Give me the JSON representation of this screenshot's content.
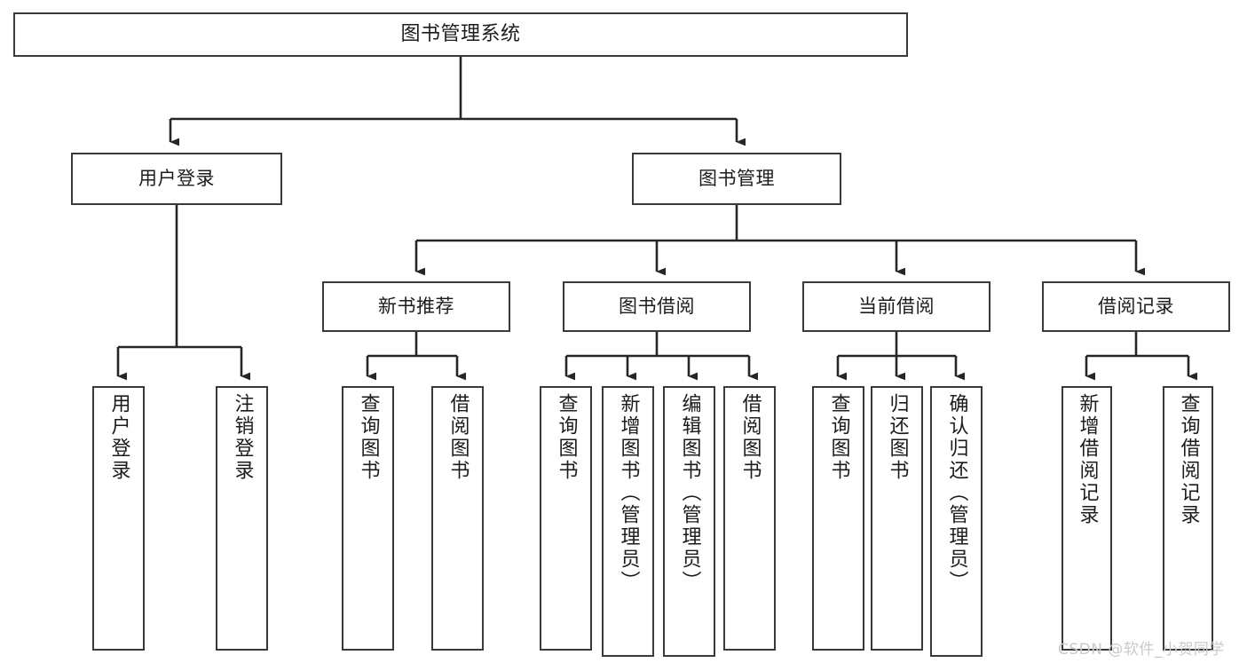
{
  "diagram": {
    "title": "图书管理系统",
    "type": "hierarchy-tree",
    "watermark": "CSDN @软件_小贺同学",
    "colors": {
      "box_border": "#3a3a3a",
      "box_fill": "#ffffff",
      "connector": "#262626",
      "text": "#1c1c1c",
      "watermark": "#c9c9c9"
    },
    "levels": {
      "root": [
        "图书管理系统"
      ],
      "level1": [
        "用户登录",
        "图书管理"
      ],
      "level2": [
        "新书推荐",
        "图书借阅",
        "当前借阅",
        "借阅记录"
      ],
      "leaves": [
        "用户登录",
        "注销登录",
        "查询图书",
        "借阅图书",
        "查询图书",
        "新增图书（管理员）",
        "编辑图书（管理员）",
        "借阅图书",
        "查询图书",
        "归还图书",
        "确认归还（管理员）",
        "新增借阅记录",
        "查询借阅记录"
      ]
    },
    "nodes": {
      "root": {
        "label": "图书管理系统"
      },
      "user_login": {
        "label": "用户登录"
      },
      "book_manage": {
        "label": "图书管理"
      },
      "new_book_rec": {
        "label": "新书推荐"
      },
      "book_borrow": {
        "label": "图书借阅"
      },
      "current_borrow": {
        "label": "当前借阅"
      },
      "borrow_record": {
        "label": "借阅记录"
      },
      "leaf_user_login": {
        "label": "用户登录"
      },
      "leaf_logout": {
        "label": "注销登录"
      },
      "leaf_query_book_1": {
        "label": "查询图书"
      },
      "leaf_borrow_book_1": {
        "label": "借阅图书"
      },
      "leaf_query_book_2": {
        "label": "查询图书"
      },
      "leaf_add_book": {
        "label": "新增图书（管理员）"
      },
      "leaf_edit_book": {
        "label": "编辑图书（管理员）"
      },
      "leaf_borrow_book_2": {
        "label": "借阅图书"
      },
      "leaf_query_book_3": {
        "label": "查询图书"
      },
      "leaf_return_book": {
        "label": "归还图书"
      },
      "leaf_confirm_return": {
        "label": "确认归还（管理员）"
      },
      "leaf_add_record": {
        "label": "新增借阅记录"
      },
      "leaf_query_record": {
        "label": "查询借阅记录"
      }
    },
    "edges": [
      {
        "from": "root",
        "to": "user_login"
      },
      {
        "from": "root",
        "to": "book_manage"
      },
      {
        "from": "user_login",
        "to": "leaf_user_login"
      },
      {
        "from": "user_login",
        "to": "leaf_logout"
      },
      {
        "from": "book_manage",
        "to": "new_book_rec"
      },
      {
        "from": "book_manage",
        "to": "book_borrow"
      },
      {
        "from": "book_manage",
        "to": "current_borrow"
      },
      {
        "from": "book_manage",
        "to": "borrow_record"
      },
      {
        "from": "new_book_rec",
        "to": "leaf_query_book_1"
      },
      {
        "from": "new_book_rec",
        "to": "leaf_borrow_book_1"
      },
      {
        "from": "book_borrow",
        "to": "leaf_query_book_2"
      },
      {
        "from": "book_borrow",
        "to": "leaf_add_book"
      },
      {
        "from": "book_borrow",
        "to": "leaf_edit_book"
      },
      {
        "from": "book_borrow",
        "to": "leaf_borrow_book_2"
      },
      {
        "from": "current_borrow",
        "to": "leaf_query_book_3"
      },
      {
        "from": "current_borrow",
        "to": "leaf_return_book"
      },
      {
        "from": "current_borrow",
        "to": "leaf_confirm_return"
      },
      {
        "from": "borrow_record",
        "to": "leaf_add_record"
      },
      {
        "from": "borrow_record",
        "to": "leaf_query_record"
      }
    ]
  }
}
